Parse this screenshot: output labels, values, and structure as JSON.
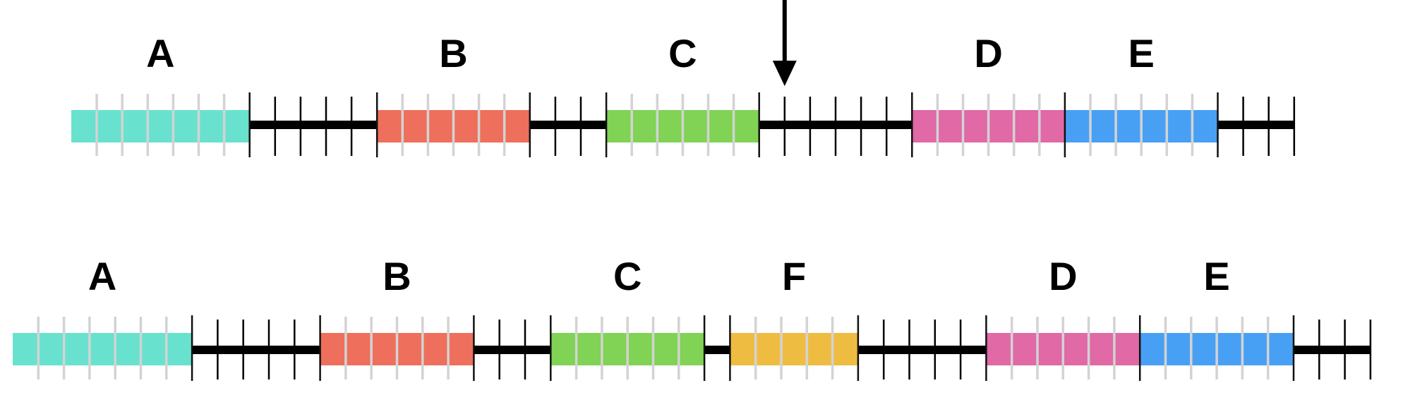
{
  "colors": {
    "A": "#68E2CF",
    "B": "#EE6F5B",
    "C": "#80D354",
    "D": "#E069A6",
    "E": "#48A0F5",
    "F": "#EFBC42",
    "backbone": "#000000",
    "gene_tick": "#D3D3D3",
    "spacer_tick": "#000000",
    "background": "#FFFFFF"
  },
  "icons": {
    "insertion_arrow": "down-arrow-icon"
  },
  "rows": [
    {
      "id": "before",
      "segments": [
        {
          "type": "gene",
          "label": "A",
          "units": 7
        },
        {
          "type": "spacer",
          "units": 5
        },
        {
          "type": "gene",
          "label": "B",
          "units": 6
        },
        {
          "type": "spacer",
          "units": 3
        },
        {
          "type": "gene",
          "label": "C",
          "units": 6
        },
        {
          "type": "spacer",
          "units": 6
        },
        {
          "type": "gene",
          "label": "D",
          "units": 6
        },
        {
          "type": "gene",
          "label": "E",
          "units": 6
        },
        {
          "type": "spacer",
          "units": 3
        }
      ],
      "arrow_after_unit": 1,
      "arrow_in_segment": 5
    },
    {
      "id": "after",
      "segments": [
        {
          "type": "gene",
          "label": "A",
          "units": 7
        },
        {
          "type": "spacer",
          "units": 5
        },
        {
          "type": "gene",
          "label": "B",
          "units": 6
        },
        {
          "type": "spacer",
          "units": 3
        },
        {
          "type": "gene",
          "label": "C",
          "units": 6
        },
        {
          "type": "spacer",
          "units": 1
        },
        {
          "type": "gene",
          "label": "F",
          "units": 5
        },
        {
          "type": "spacer",
          "units": 5
        },
        {
          "type": "gene",
          "label": "D",
          "units": 6
        },
        {
          "type": "gene",
          "label": "E",
          "units": 6
        },
        {
          "type": "spacer",
          "units": 3
        }
      ]
    }
  ]
}
